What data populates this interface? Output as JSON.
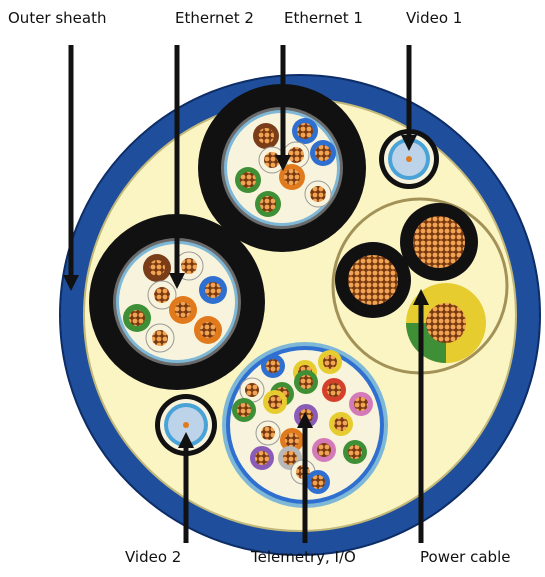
{
  "labels": {
    "outer_sheath": "Outer sheath",
    "ethernet_2": "Ethernet 2",
    "ethernet_1": "Ethernet 1",
    "video_1": "Video 1",
    "video_2": "Video 2",
    "telemetry_io": "Telemetry, I/O",
    "power_cable": "Power cable"
  },
  "colors": {
    "outer_sheath": "#1e4e9c",
    "filler": "#fbf5c4",
    "jacket": "#111111",
    "copper": "#e07a1c",
    "ethernet_pairs": [
      "#7a3d1a",
      "#2f6fd0",
      "#e07a1c",
      "#3e8f35"
    ],
    "telemetry": [
      "#e6cc2e",
      "#3e8f35",
      "#2f6fd0",
      "#d4402c",
      "#d47ab8",
      "#8a5cb8",
      "#b8b8b8",
      "#f8f3dc",
      "#e07a1c"
    ],
    "power_ground": [
      "#3e8f35",
      "#e6cc2e"
    ]
  }
}
